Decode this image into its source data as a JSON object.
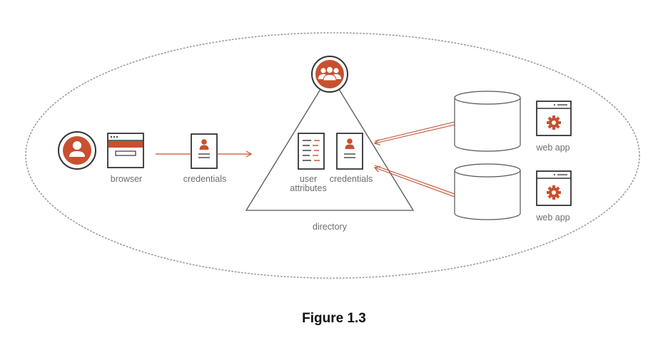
{
  "diagram": {
    "labels": {
      "browser": "browser",
      "credentials_flow": "credentials",
      "user_attributes_line1": "user",
      "user_attributes_line2": "attributes",
      "credentials_directory": "credentials",
      "directory": "directory",
      "web_app_top": "web app",
      "web_app_bottom": "web app"
    },
    "colors": {
      "accent": "#c8502e",
      "stroke": "#333333",
      "light_stroke": "#9a9a9a",
      "label": "#6e6e6e"
    },
    "icons": {
      "user": "person-icon",
      "browser": "browser-window-icon",
      "credentials": "id-document-icon",
      "attributes": "attribute-list-icon",
      "group": "group-users-icon",
      "database": "database-cylinder-icon",
      "web_app": "gear-window-icon"
    }
  },
  "caption": "Figure 1.3"
}
